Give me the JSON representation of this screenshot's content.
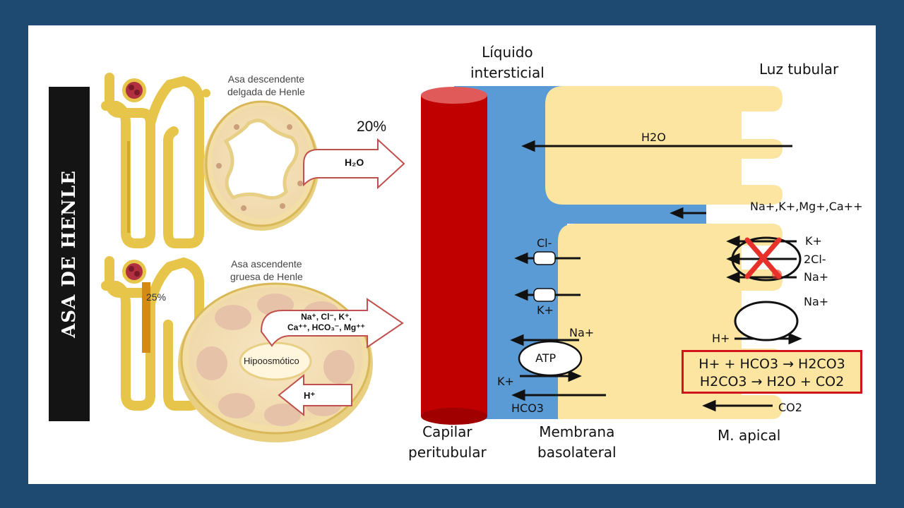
{
  "side_title": "ASA DE HENLE",
  "illustration": {
    "top_caption": "Asa descendente\ndelgada de Henle",
    "top_percent": "20%",
    "top_arrow_label": "H₂O",
    "bottom_caption": "Asa ascendente\ngruesa de Henle",
    "bottom_percent": "25%",
    "bottom_arrow_label": "Na⁺, Cl⁻, K⁺,\nCa⁺⁺, HCO₃⁻, Mg⁺⁺",
    "center_label": "Hipoosmótico",
    "inward_arrow_label": "H⁺"
  },
  "diagram": {
    "liquido_label": "Líquido\nintersticial",
    "luz_label": "Luz tubular",
    "capilar_label": "Capilar\nperitubular",
    "membrana_label": "Membrana\nbasolateral",
    "apical_label": "M. apical",
    "h2o": "H2O",
    "paracellular_ions": "Na+,K+,Mg+,Ca++",
    "cl_channel": "Cl-",
    "k_channel": "K+",
    "pump_label": "ATP",
    "pump_na": "Na+",
    "pump_k": "K+",
    "hco3": "HCO3",
    "nkcc_k": "K+",
    "nkcc_cl": "2Cl-",
    "nkcc_na": "Na+",
    "nhe_na": "Na+",
    "nhe_h": "H+",
    "co2": "CO2",
    "equation_1": "H+ + HCO3 → H2CO3",
    "equation_2": "H2CO3 → H2O + CO2"
  },
  "colors": {
    "background": "#1e4a72",
    "slide": "#ffffff",
    "capillary": "#c00000",
    "interstitial": "#5b9bd5",
    "cell": "#fbe5a0",
    "inhibition_x": "#e8302b",
    "equation_border": "#d0141c"
  }
}
